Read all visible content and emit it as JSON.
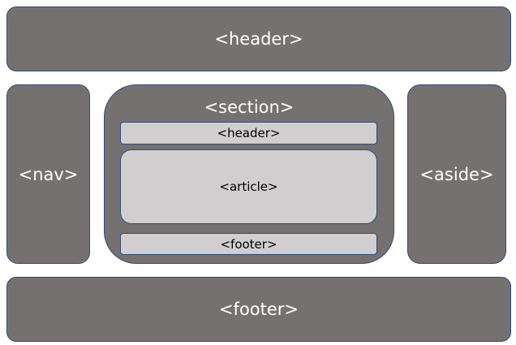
{
  "boxes": {
    "header": "<header>",
    "nav": "<nav>",
    "section": "<section>",
    "aside": "<aside>",
    "footer": "<footer>"
  },
  "section_children": {
    "header": "<header>",
    "article": "<article>",
    "footer": "<footer>"
  },
  "colors": {
    "outer_box_fill": "#767171",
    "inner_box_fill": "#d0cece",
    "border": "#2f4a7a",
    "outer_text": "#ffffff",
    "inner_text": "#000000"
  }
}
